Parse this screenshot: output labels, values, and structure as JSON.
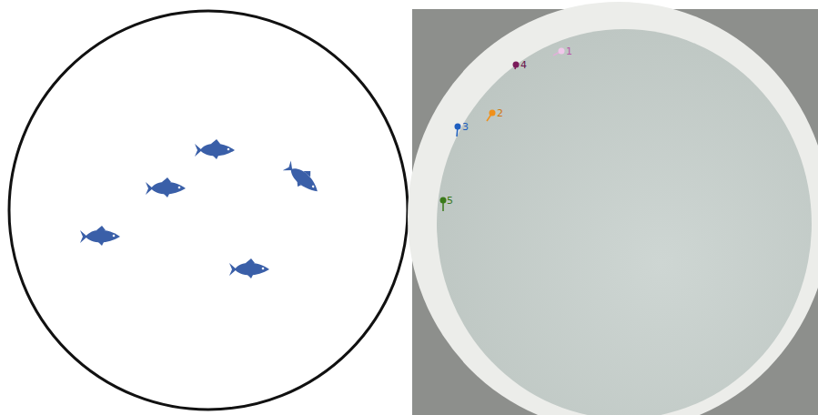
{
  "diagram": {
    "labels": [
      "1",
      "4",
      "2",
      "3",
      "5"
    ]
  }
}
